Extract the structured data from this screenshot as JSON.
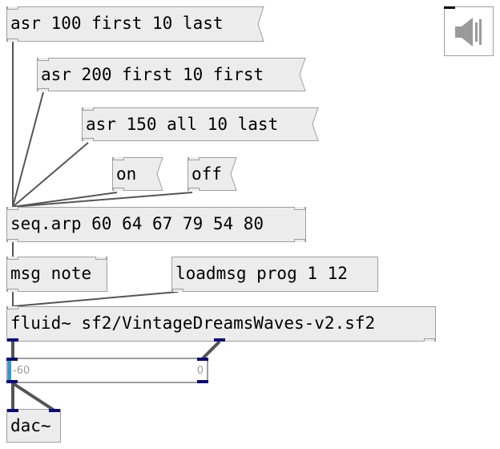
{
  "patch": {
    "messages": [
      {
        "text": "asr 100 first 10 last"
      },
      {
        "text": "asr 200 first 10 first"
      },
      {
        "text": "asr 150 all 10 last"
      },
      {
        "text": "on"
      },
      {
        "text": "off"
      },
      {
        "text": "loadmsg prog 1 12"
      }
    ],
    "objects": {
      "seq": "seq.arp 60 64 67 79 54 80",
      "msgnote": "msg note",
      "fluid": "fluid~ sf2/VintageDreamsWaves-v2.sf2",
      "dac": "dac~"
    },
    "slider": {
      "min_label": "-60",
      "max_label": "0",
      "value": -60
    },
    "speaker_icon": "speaker-icon",
    "colors": {
      "box_fill": "#ececec",
      "box_border": "#9f9f9f",
      "signal": "#0a0a7a",
      "slider_knob": "#2a9ad8"
    }
  }
}
